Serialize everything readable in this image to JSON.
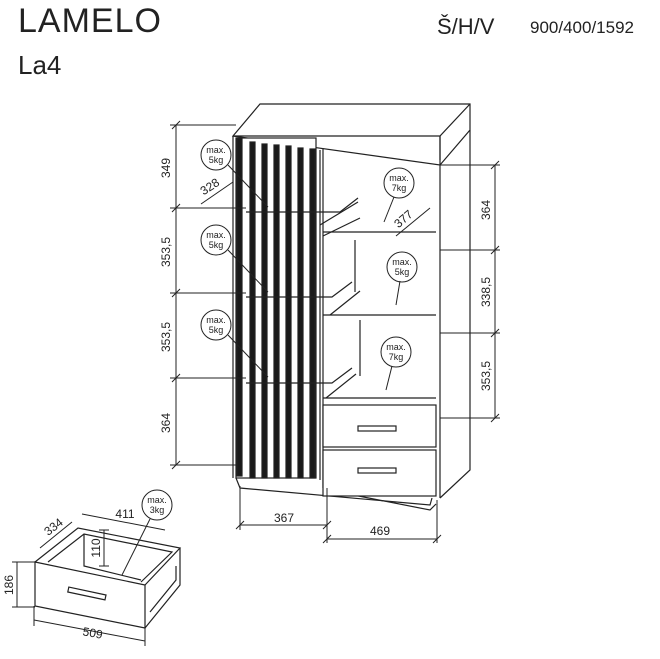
{
  "header": {
    "product_name": "LAMELO",
    "model_code": "La4",
    "dimensions_label": "Š/H/V",
    "dimensions_value": "900/400/1592"
  },
  "cabinet_dimensions": {
    "left_heights": [
      "349",
      "353,5",
      "353,5",
      "364"
    ],
    "right_heights": [
      "364",
      "338,5",
      "353,5"
    ],
    "shelf_depth_left": "328",
    "shelf_depth_right": "377",
    "bottom_widths": [
      "367",
      "469"
    ]
  },
  "load_bubbles": {
    "left_1": [
      "max.",
      "5kg"
    ],
    "left_2": [
      "max.",
      "5kg"
    ],
    "left_3": [
      "max.",
      "5kg"
    ],
    "right_1": [
      "max.",
      "7kg"
    ],
    "right_2": [
      "max.",
      "5kg"
    ],
    "right_3": [
      "max.",
      "7kg"
    ],
    "drawer": [
      "max.",
      "3kg"
    ]
  },
  "drawer_dimensions": {
    "depth": "334",
    "inner_width": "411",
    "inner_height": "110",
    "outer_height": "186",
    "front_width": "509"
  }
}
